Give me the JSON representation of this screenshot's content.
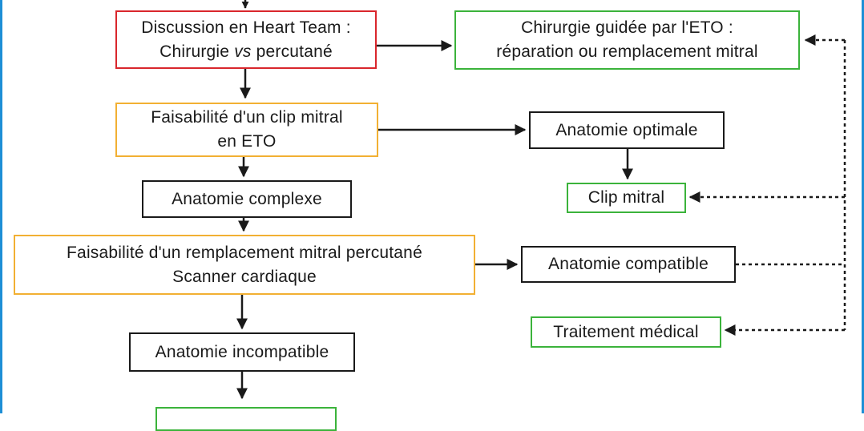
{
  "nodes": {
    "heart_team": {
      "line1": "Discussion en Heart Team :",
      "line2_pre": "Chirurgie ",
      "line2_em": "vs",
      "line2_post": " percutané",
      "border_color": "#d9262c"
    },
    "chirurgie_eto": {
      "line1": "Chirurgie guidée par l'ETO :",
      "line2": "réparation ou remplacement mitral",
      "border_color": "#3bb33b"
    },
    "faisabilite_clip": {
      "line1": "Faisabilité d'un clip mitral",
      "line2": "en ETO",
      "border_color": "#f2b033"
    },
    "anatomie_optimale": {
      "label": "Anatomie optimale",
      "border_color": "#1a1a1a"
    },
    "clip_mitral": {
      "label": "Clip mitral",
      "border_color": "#3bb33b"
    },
    "anatomie_complexe": {
      "label": "Anatomie complexe",
      "border_color": "#1a1a1a"
    },
    "faisabilite_remplacement": {
      "line1": "Faisabilité d'un remplacement mitral percutané",
      "line2": "Scanner cardiaque",
      "border_color": "#f2b033"
    },
    "anatomie_compatible": {
      "label": "Anatomie compatible",
      "border_color": "#1a1a1a"
    },
    "traitement_medical": {
      "label": "Traitement médical",
      "border_color": "#3bb33b"
    },
    "anatomie_incompatible": {
      "label": "Anatomie incompatible",
      "border_color": "#1a1a1a"
    },
    "bottom_green": {
      "label": "",
      "border_color": "#3bb33b"
    }
  },
  "colors": {
    "frame": "#1e8fd6",
    "arrow": "#1a1a1a"
  }
}
